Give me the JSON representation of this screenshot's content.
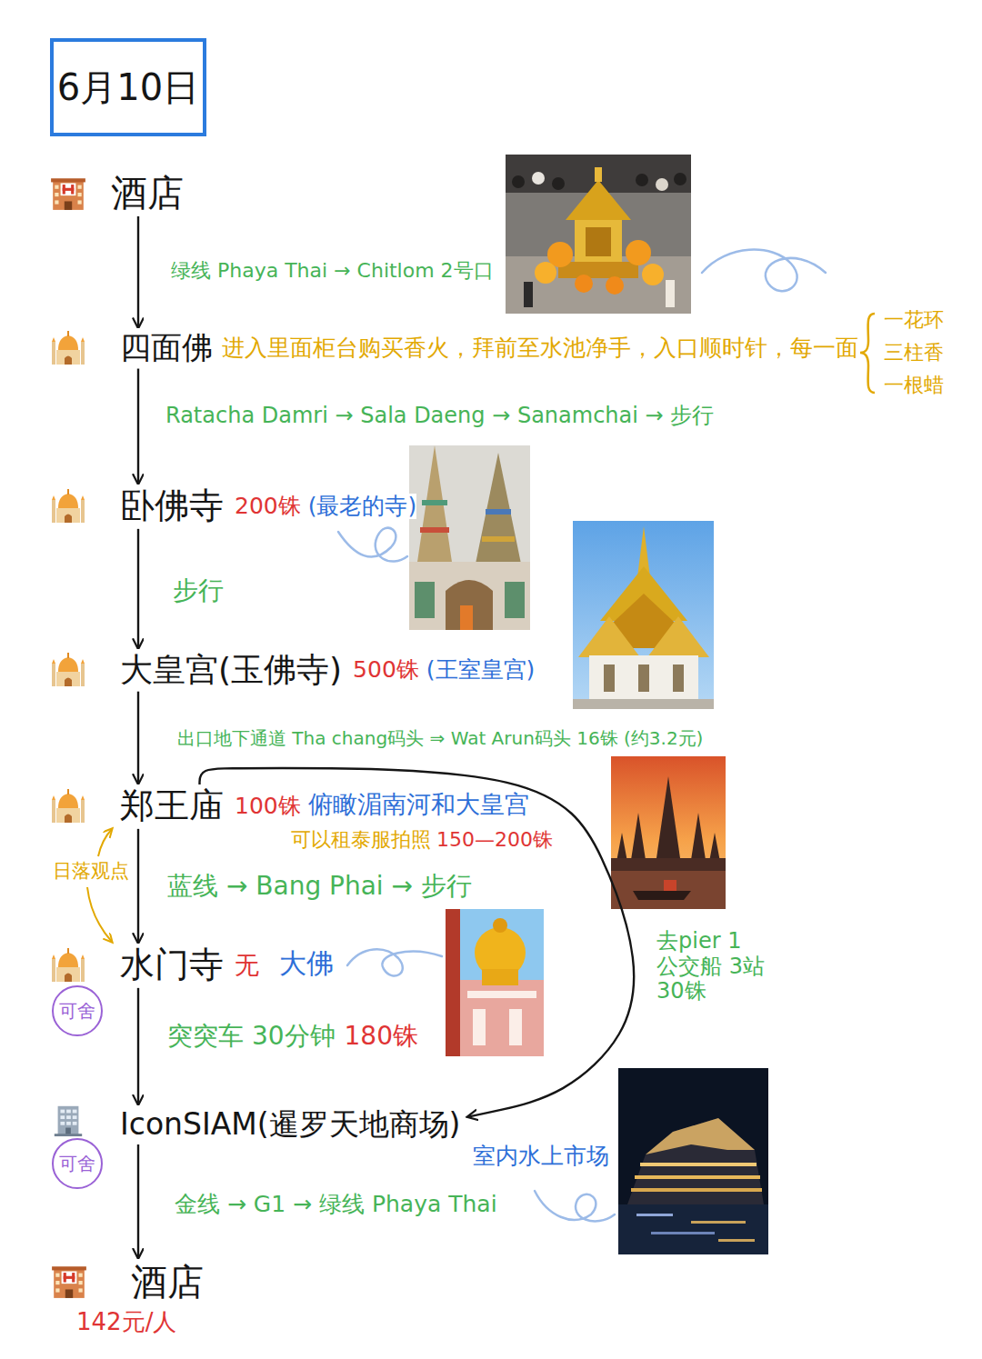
{
  "diagram": {
    "title": "6月10日",
    "nodes": [
      {
        "text": [
          "酒店"
        ]
      },
      {
        "text": [
          "四面佛"
        ]
      },
      {
        "text": [
          "卧佛寺"
        ]
      },
      {
        "text": [
          "大皇宫(玉佛寺)"
        ]
      },
      {
        "text": [
          "郑王庙"
        ]
      },
      {
        "text": [
          "水门寺"
        ]
      },
      {
        "text": [
          "IconSIAM(暹罗天地商场)"
        ]
      },
      {
        "text": [
          "酒店"
        ]
      }
    ],
    "edges": [
      {
        "from": 0,
        "to": 1,
        "arrow": "to",
        "label": "绿线 Phaya Thai → Chitlom 2号口"
      },
      {
        "from": 1,
        "to": 2,
        "arrow": "to",
        "label": "Ratacha Damri → Sala Daeng → Sanamchai → 步行"
      },
      {
        "from": 2,
        "to": 3,
        "arrow": "to",
        "label": "步行"
      },
      {
        "from": 3,
        "to": 4,
        "arrow": "to",
        "label": "出口地下通道 Tha chang码头 ⇒ Wat Arun码头 16铢 (约3.2元)"
      },
      {
        "from": 4,
        "to": 5,
        "arrow": "to",
        "label": "蓝线 → Bang Phai → 步行"
      },
      {
        "from": 5,
        "to": 6,
        "arrow": "to",
        "label": "突突车 30分钟"
      },
      {
        "from": 6,
        "to": 7,
        "arrow": "to",
        "label": "金线 → G1 → 绿线 Phaya Thai"
      },
      {
        "from": 4,
        "to": 6,
        "arrow": "to",
        "label": "去pier 1 公交船 3站 30铢"
      }
    ],
    "labels": [
      "进入里面柜台购买香火，拜前至水池净手，入口顺时针，每一面",
      "一花环",
      "三柱香",
      "一根蜡",
      "200铢",
      "(最老的寺)",
      "500铢",
      "(王室皇宫)",
      "100铢",
      "俯瞰湄南河和大皇宫",
      "可以租泰服拍照",
      "150—200铢",
      "日落观点",
      "无",
      "大佛",
      "可舍",
      "180铢",
      "室内水上市场",
      "可舍",
      "142元/人"
    ]
  }
}
